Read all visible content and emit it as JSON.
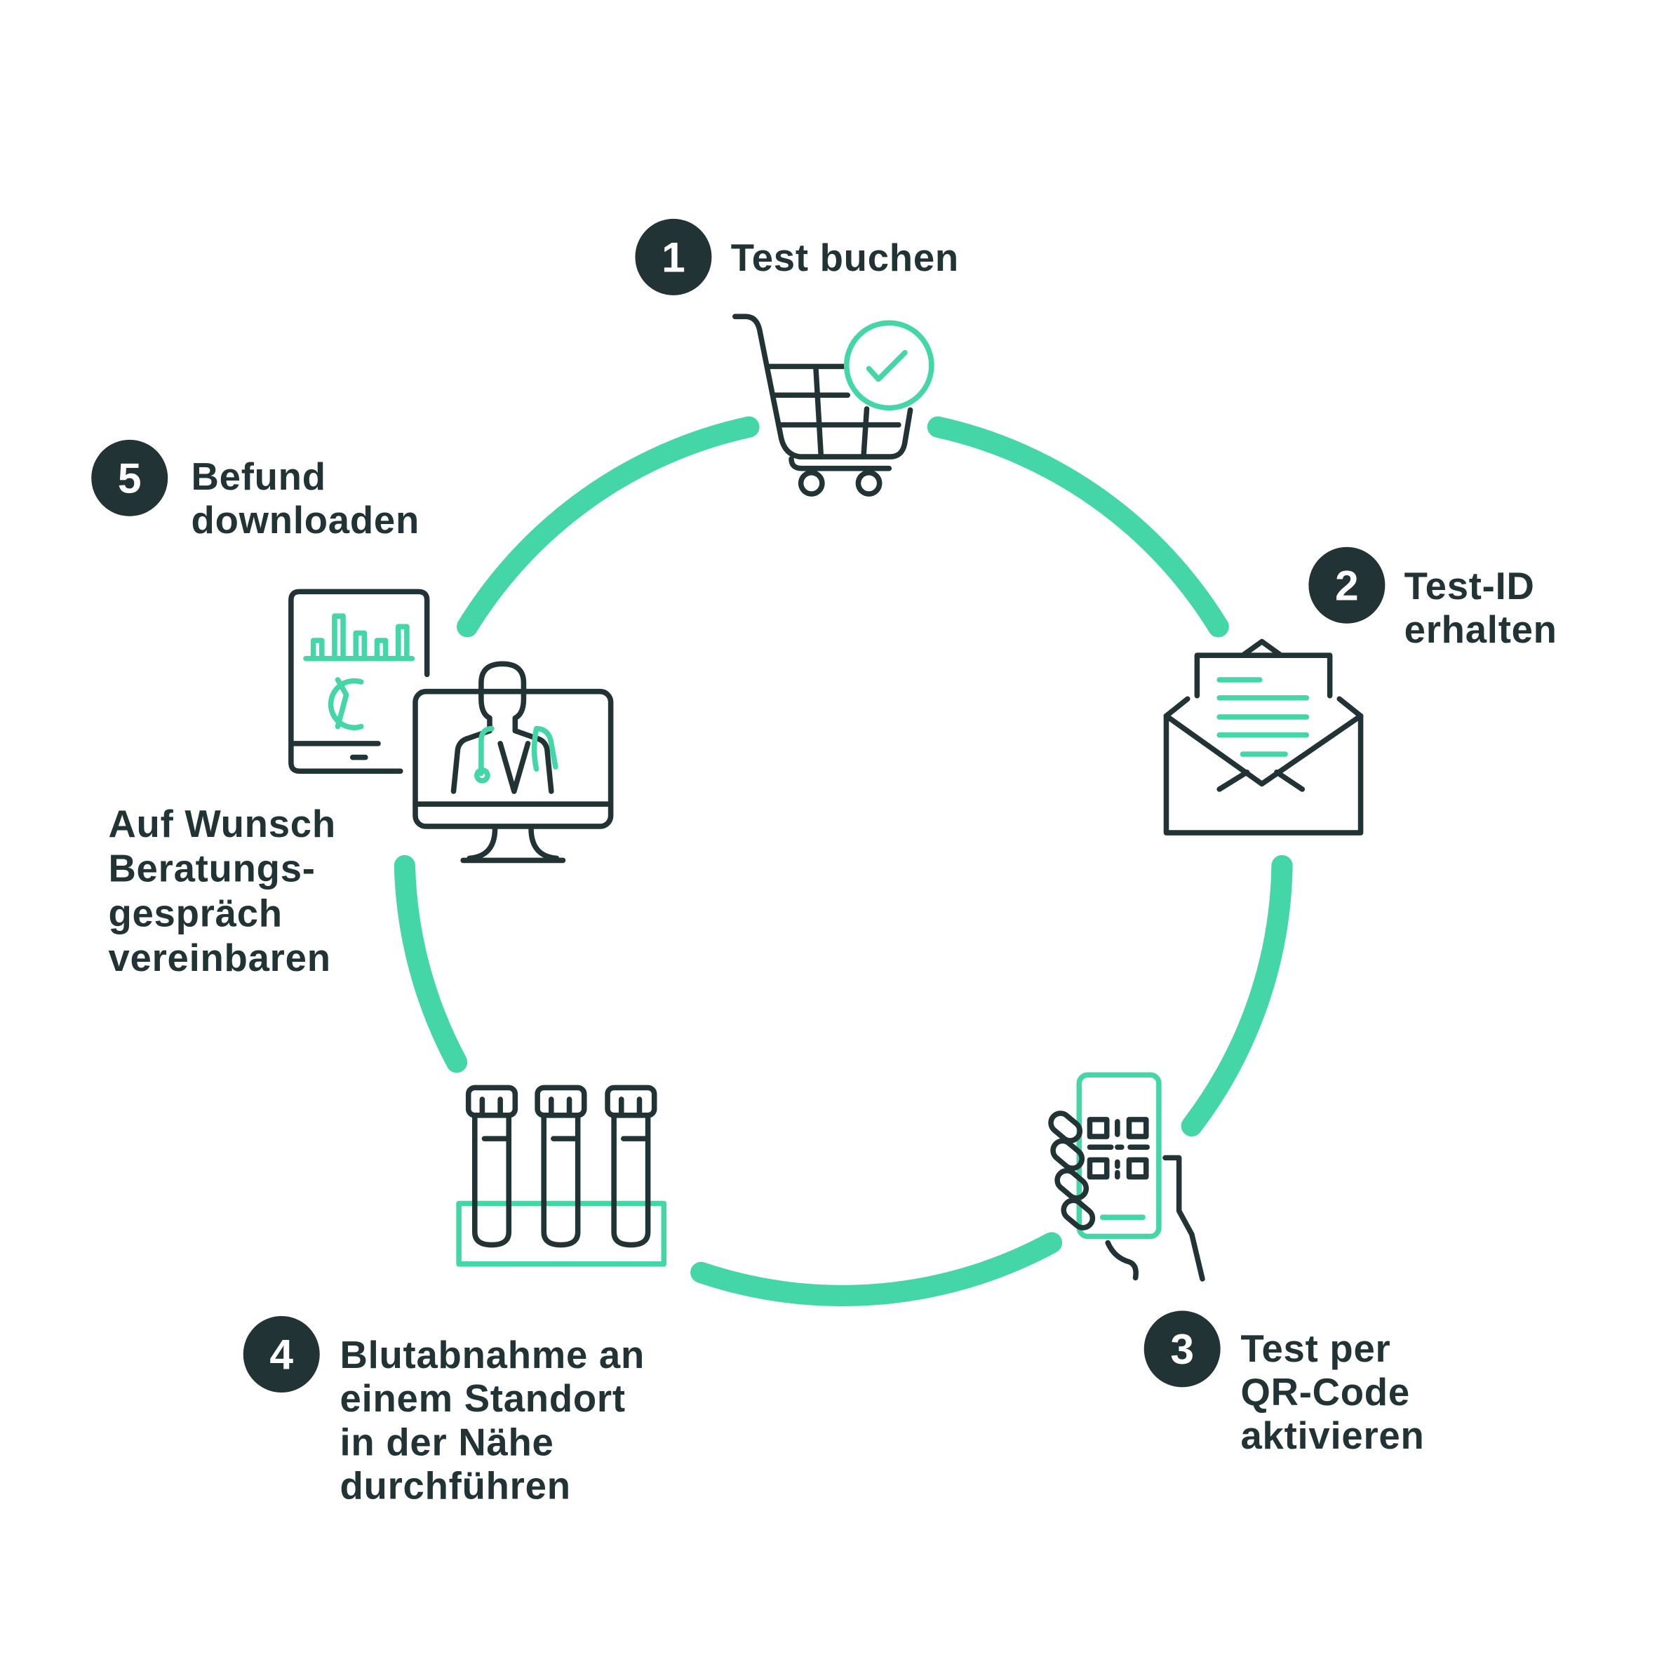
{
  "colors": {
    "accent": "#45d6a8",
    "dark": "#213335"
  },
  "steps": [
    {
      "number": "1",
      "lines": [
        "Test buchen"
      ],
      "icon": "shopping-cart-check-icon"
    },
    {
      "number": "2",
      "lines": [
        "Test-ID",
        "erhalten"
      ],
      "icon": "envelope-letter-icon"
    },
    {
      "number": "3",
      "lines": [
        "Test per",
        "QR-Code",
        "aktivieren"
      ],
      "icon": "phone-qr-code-icon"
    },
    {
      "number": "4",
      "lines": [
        "Blutabnahme an",
        "einem Standort",
        "in der Nähe",
        "durchführen"
      ],
      "icon": "test-tubes-icon"
    },
    {
      "number": "5",
      "lines": [
        "Befund",
        "downloaden"
      ],
      "icon": "tablet-doctor-monitor-icon"
    }
  ],
  "consultation": {
    "lines": [
      "Auf Wunsch",
      "Beratungs-",
      "gespräch",
      "vereinbaren"
    ]
  }
}
